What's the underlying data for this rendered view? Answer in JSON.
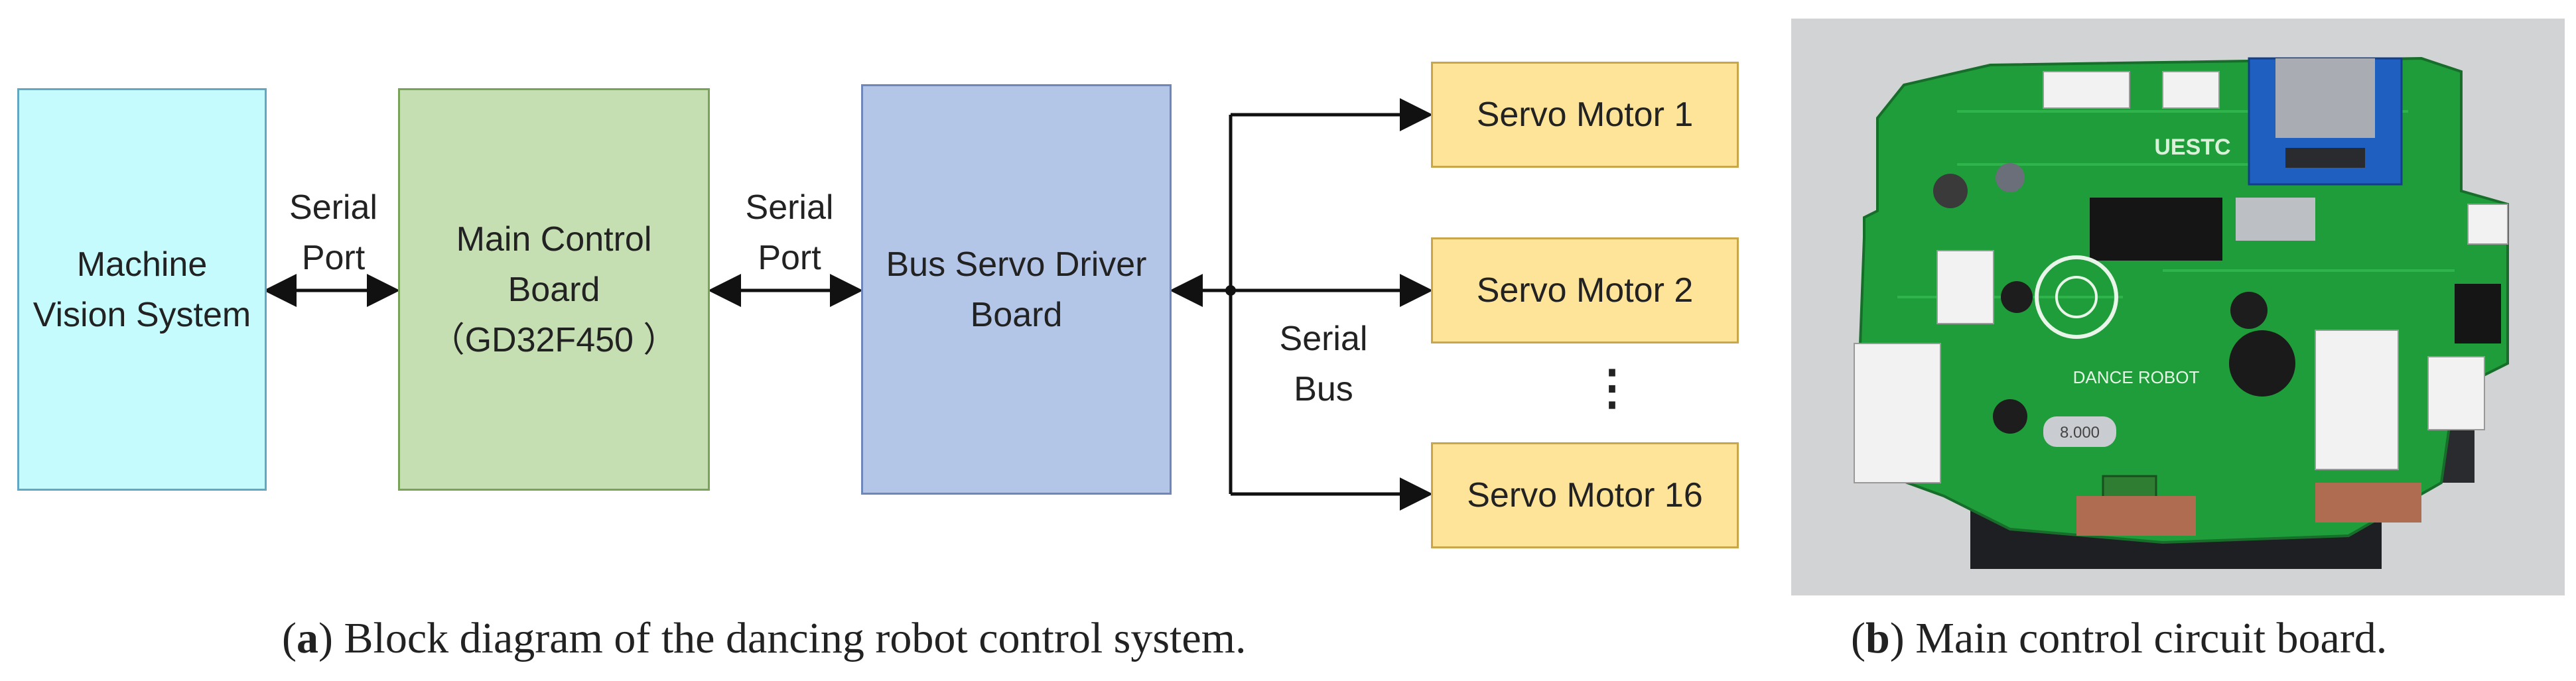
{
  "panel_a": {
    "boxes": {
      "machine_vision": {
        "lines": [
          "Machine",
          "Vision System"
        ],
        "fill": "#c6fbfd",
        "stroke": "#63a8c2"
      },
      "main_control": {
        "lines": [
          "Main Control",
          "Board",
          "（GD32F450 ）"
        ],
        "fill": "#c5dfb3",
        "stroke": "#7aa35a"
      },
      "bus_servo_driver": {
        "lines": [
          "Bus Servo Driver",
          "Board"
        ],
        "fill": "#b4c6e8",
        "stroke": "#6f86b8"
      },
      "servo_1": {
        "label": "Servo Motor 1",
        "fill": "#fee498",
        "stroke": "#c9a64a"
      },
      "servo_2": {
        "label": "Servo Motor 2",
        "fill": "#fee498",
        "stroke": "#c9a64a"
      },
      "servo_16": {
        "label": "Servo Motor 16",
        "fill": "#fee498",
        "stroke": "#c9a64a"
      }
    },
    "link_labels": {
      "serial_port_1": [
        "Serial",
        "Port"
      ],
      "serial_port_2": [
        "Serial",
        "Port"
      ],
      "serial_bus": [
        "Serial",
        "Bus"
      ]
    },
    "ellipsis": "⋮",
    "caption": {
      "marker": "a",
      "text": "Block diagram of the dancing robot control system."
    }
  },
  "panel_b": {
    "board": {
      "silkscreen_1": "UESTC",
      "silkscreen_2": "DANCE ROBOT",
      "crystal": "8.000",
      "pcb_color": "#1f9d3a"
    },
    "caption": {
      "marker": "b",
      "text": "Main control circuit board."
    }
  }
}
